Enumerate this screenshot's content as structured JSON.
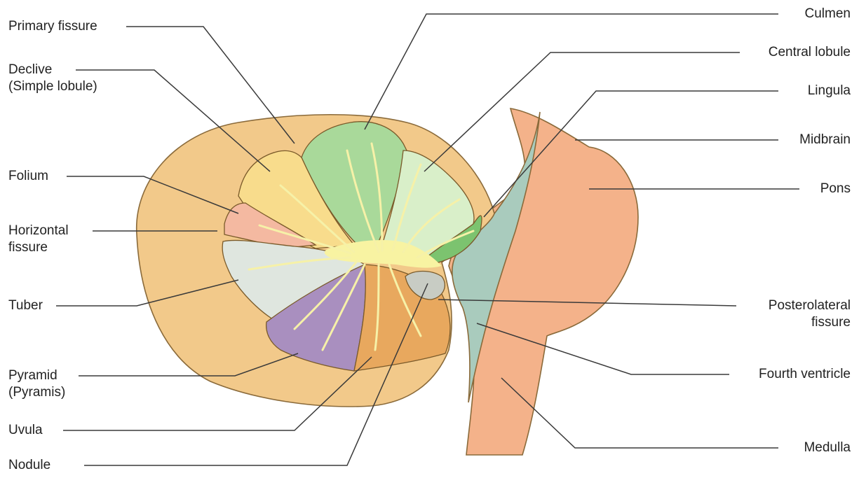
{
  "labels": {
    "primary_fissure": "Primary fissure",
    "declive_1": "Declive",
    "declive_2": "(Simple lobule)",
    "folium": "Folium",
    "horizontal_fissure_1": "Horizontal",
    "horizontal_fissure_2": "fissure",
    "tuber": "Tuber",
    "pyramid_1": "Pyramid",
    "pyramid_2": "(Pyramis)",
    "uvula": "Uvula",
    "nodule": "Nodule",
    "culmen": "Culmen",
    "central_lobule": "Central lobule",
    "lingula": "Lingula",
    "midbrain": "Midbrain",
    "pons": "Pons",
    "posterolateral_fissure_1": "Posterolateral",
    "posterolateral_fissure_2": "fissure",
    "fourth_ventricle": "Fourth ventricle",
    "medulla": "Medulla"
  },
  "colors": {
    "hemisphere": "#f2c98a",
    "culmen": "#a9d99a",
    "central_lobule": "#d9efc9",
    "lingula": "#7cc36f",
    "declive": "#f8dc8c",
    "folium": "#f4b9a1",
    "tuber": "#dfe6df",
    "pyramid": "#a98fbf",
    "uvula": "#e8a85e",
    "nodule": "#c8ccc4",
    "white_matter": "#f8f3a2",
    "brainstem": "#f4b28a",
    "fourth_ventricle": "#a9cbbd",
    "outline": "#8a6a3a"
  }
}
